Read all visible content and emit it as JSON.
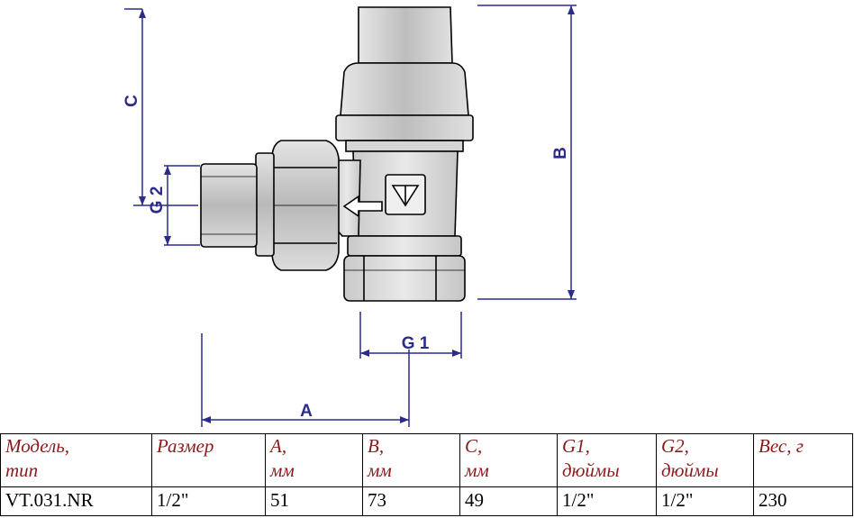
{
  "drawing": {
    "dimension_labels": {
      "A": "A",
      "B": "B",
      "C": "C",
      "G1": "G 1",
      "G2": "G 2"
    }
  },
  "table": {
    "headers": [
      [
        "Модель,",
        "тип"
      ],
      [
        "Размер",
        ""
      ],
      [
        "A,",
        "мм"
      ],
      [
        "B,",
        "мм"
      ],
      [
        "C,",
        "мм"
      ],
      [
        "G1,",
        "дюймы"
      ],
      [
        "G2,",
        "дюймы"
      ],
      [
        "Вес, г",
        ""
      ]
    ],
    "rows": [
      [
        "VT.031.NR",
        "1/2\"",
        "51",
        "73",
        "49",
        "1/2\"",
        "1/2\"",
        "230"
      ]
    ]
  },
  "colors": {
    "dimension_lines": "#2b2b8c",
    "header_text": "#8b1a1a",
    "valve_body_fill": "#d4d4d4",
    "cap_fill": "#c8c8c8",
    "outline": "#000000"
  }
}
